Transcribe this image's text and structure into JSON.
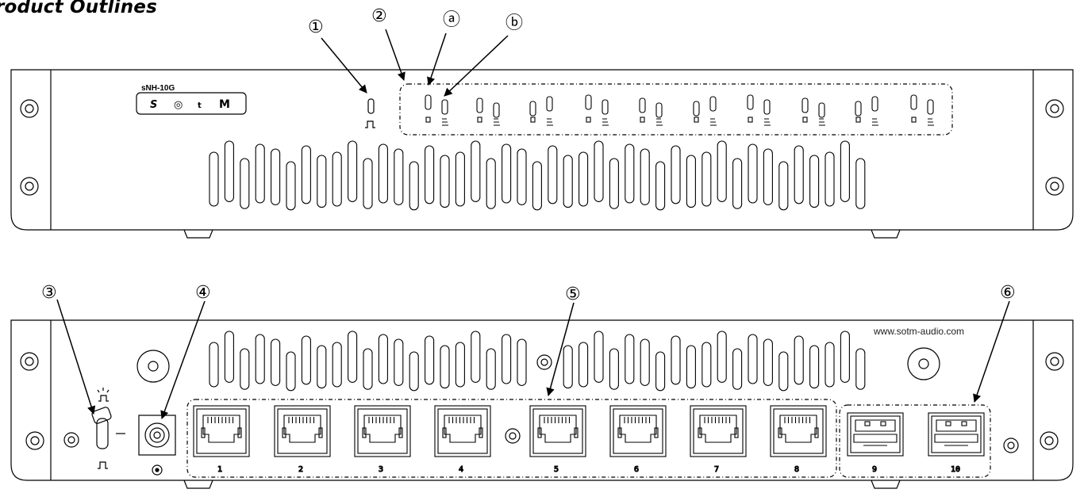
{
  "title": "roduct Outlines",
  "front_panel": {
    "model_label": "sNH-10G",
    "logo_letters": [
      "S",
      "◎",
      "t",
      "M"
    ]
  },
  "rear_panel": {
    "website": "www.sotm-audio.com",
    "port_numbers": [
      "1",
      "2",
      "3",
      "4",
      "5",
      "6",
      "7",
      "8",
      "9",
      "10"
    ]
  },
  "callouts": [
    "①",
    "②",
    "ⓐ",
    "ⓑ",
    "③",
    "④",
    "⑤",
    "⑥"
  ],
  "icons": [
    "power-pulse-icon",
    "power-led-icon",
    "led-icon",
    "rj45-port-icon",
    "sfp-port-icon",
    "screw-icon",
    "toggle-switch-icon",
    "dc-jack-icon",
    "arrow-icon"
  ]
}
